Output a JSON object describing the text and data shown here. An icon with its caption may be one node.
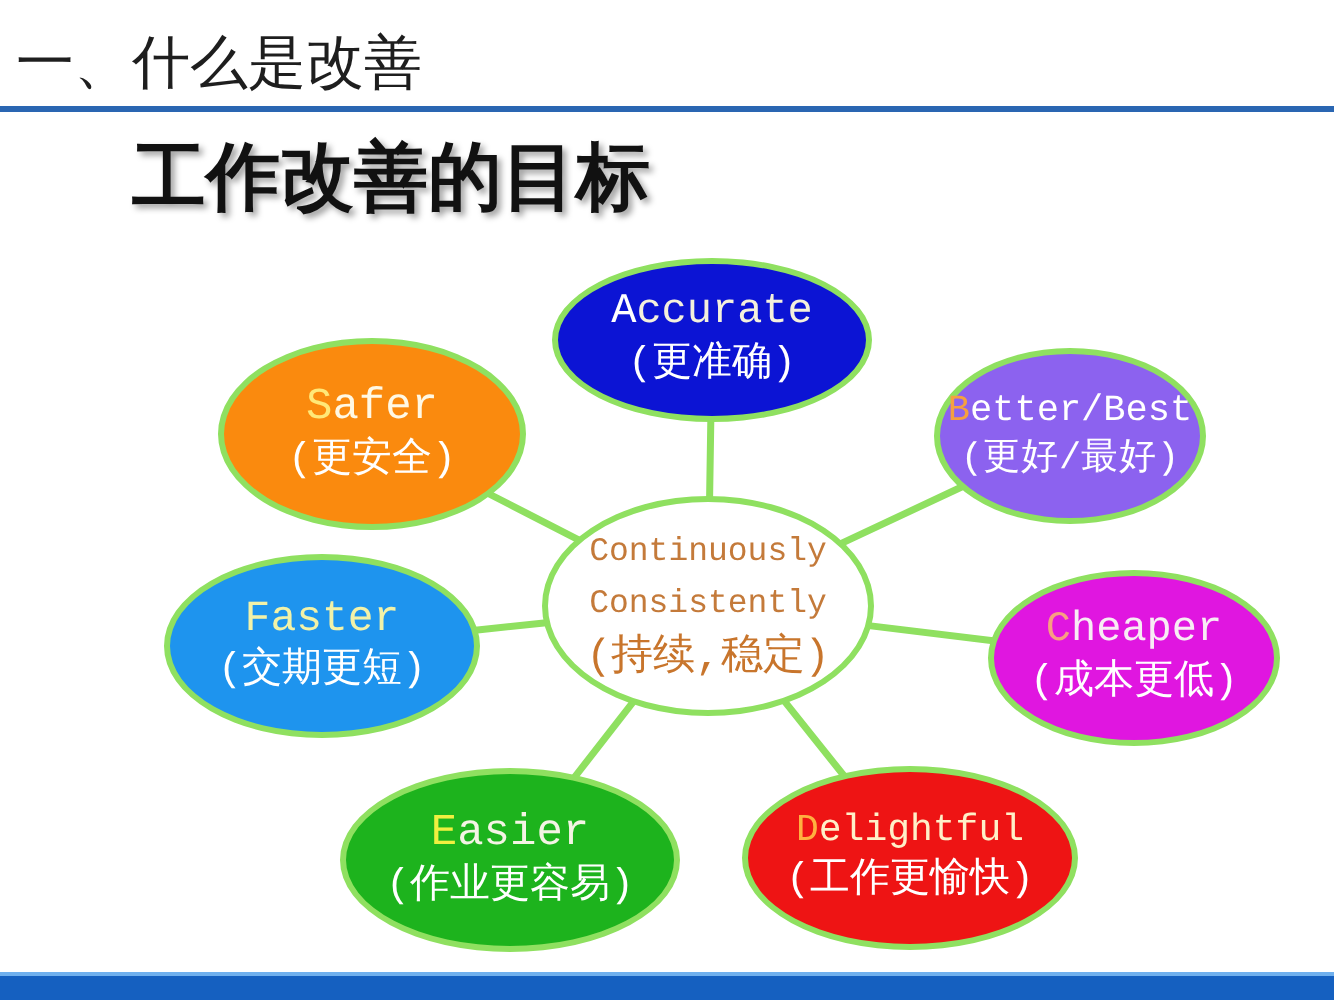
{
  "diagram": {
    "title": "工作改善的目标",
    "nodes": [
      {
        "text": [
          "Continuously Consistently",
          "(持续,稳定)"
        ]
      },
      {
        "text": [
          "Accurate",
          "(更准确)"
        ]
      },
      {
        "text": [
          "Better/Best",
          "(更好/最好)"
        ]
      },
      {
        "text": [
          "Cheaper",
          "(成本更低)"
        ]
      },
      {
        "text": [
          "Delightful",
          "(工作更愉快)"
        ]
      },
      {
        "text": [
          "Easier",
          "(作业更容易)"
        ]
      },
      {
        "text": [
          "Faster",
          "(交期更短)"
        ]
      },
      {
        "text": [
          "Safer",
          "(更安全)"
        ]
      }
    ],
    "edges": [
      {
        "from": 0,
        "to": 1,
        "arrow": "none"
      },
      {
        "from": 0,
        "to": 2,
        "arrow": "none"
      },
      {
        "from": 0,
        "to": 3,
        "arrow": "none"
      },
      {
        "from": 0,
        "to": 4,
        "arrow": "none"
      },
      {
        "from": 0,
        "to": 5,
        "arrow": "none"
      },
      {
        "from": 0,
        "to": 6,
        "arrow": "none"
      },
      {
        "from": 0,
        "to": 7,
        "arrow": "none"
      }
    ],
    "labels": [
      "一、什么是改善"
    ]
  }
}
